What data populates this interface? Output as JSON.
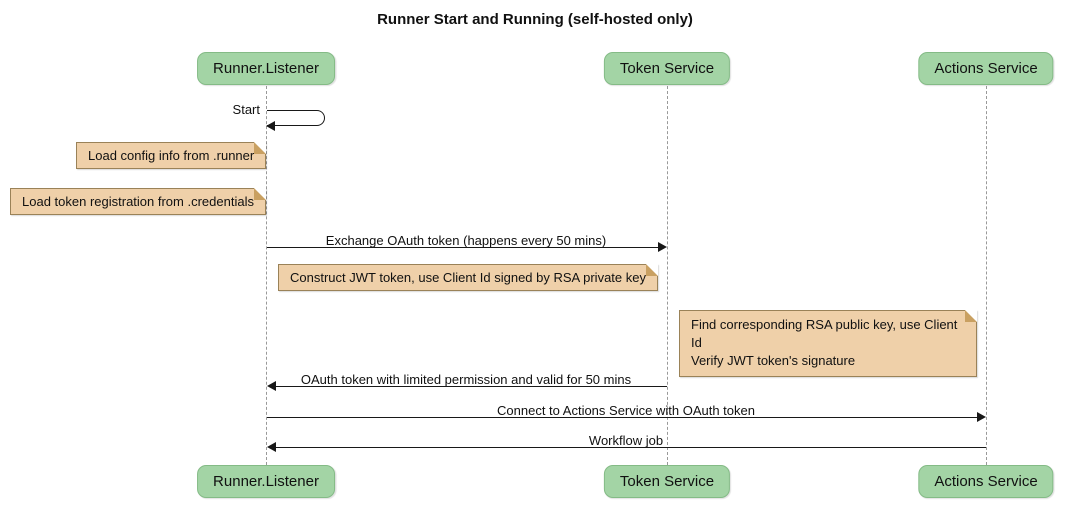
{
  "title": "Runner Start and Running (self-hosted only)",
  "participants": [
    {
      "label": "Runner.Listener"
    },
    {
      "label": "Token Service"
    },
    {
      "label": "Actions Service"
    }
  ],
  "messages": {
    "start": "Start",
    "exchange_oauth": "Exchange OAuth token (happens every 50 mins)",
    "oauth_return": "OAuth token with limited permission and valid for 50 mins",
    "connect": "Connect to Actions Service with OAuth token",
    "workflow_job": "Workflow job"
  },
  "notes": {
    "load_config": "Load config info from .runner",
    "load_token_registration": "Load token registration from .credentials",
    "construct_jwt": "Construct JWT token, use Client Id signed by RSA private key",
    "find_rsa_line1": "Find corresponding RSA public key, use Client Id",
    "find_rsa_line2": "Verify JWT token's signature"
  },
  "colors": {
    "participant_fill": "#A3D4A5",
    "participant_border": "#84BB86",
    "note_fill": "#EFD0A9",
    "note_border": "#9A8258",
    "note_fold": "#C9A061",
    "lifeline": "#999999",
    "arrow": "#181818",
    "text": "#111111"
  }
}
